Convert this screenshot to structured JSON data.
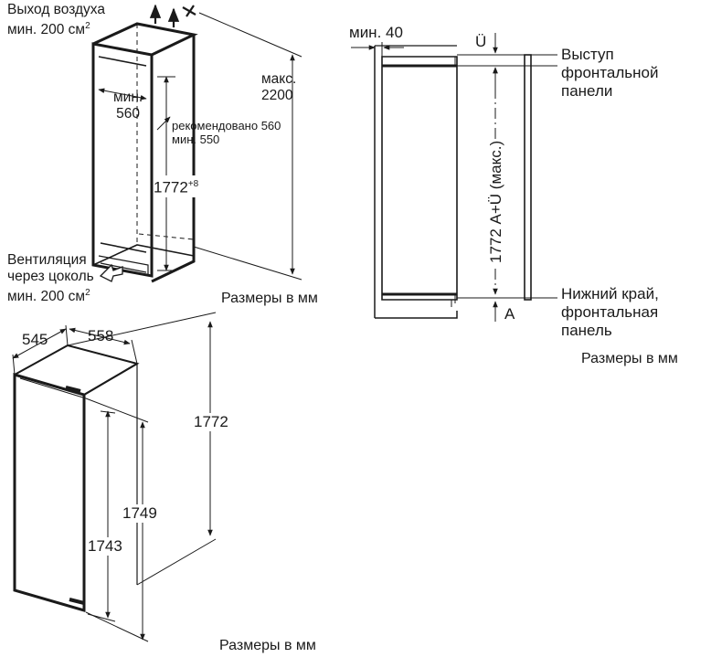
{
  "niche": {
    "air_outlet_line1": "Выход воздуха",
    "air_outlet_line2": "мин. 200 см",
    "air_outlet_sup": "2",
    "min_label": "мин.",
    "width_min": "560",
    "max_label": "макс.",
    "height_max": "2200",
    "depth_recommended": "рекомендовано 560",
    "depth_min": "мин. 550",
    "height_nominal": "1772",
    "height_tolerance": "+8",
    "vent_line1": "Вентиляция",
    "vent_line2": "через цоколь",
    "vent_line3": "мин. 200 см",
    "vent_sup": "2",
    "caption": "Размеры в мм"
  },
  "appliance": {
    "depth": "545",
    "width": "558",
    "height_total": "1772",
    "height_body": "1749",
    "height_door": "1743",
    "caption": "Размеры в мм"
  },
  "side_view": {
    "gap_min": "мин. 40",
    "offset_symbol": "Ü",
    "front_line1": "Выступ",
    "front_line2": "фронтальной",
    "front_line3": "панели",
    "height_formula": "1772 А+Ü (макс.)",
    "bottom_line1": "Нижний край,",
    "bottom_line2": "фронтальная",
    "bottom_line3": "панель",
    "a_symbol": "A",
    "caption": "Размеры в мм"
  }
}
